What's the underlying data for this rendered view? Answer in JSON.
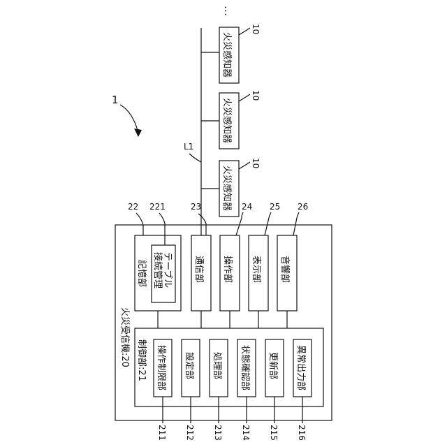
{
  "system_ref": "1",
  "receiver": {
    "label": "火災受信機:20"
  },
  "bus": {
    "label": "L1"
  },
  "storage": {
    "label": "記憶部",
    "ref": "22",
    "table_label": "接続管理",
    "table_label2": "テーブル",
    "table_ref": "221"
  },
  "comm": {
    "label": "通信部",
    "ref": "23"
  },
  "operation": {
    "label": "操作部",
    "ref": "24"
  },
  "display": {
    "label": "表示部",
    "ref": "25"
  },
  "sound": {
    "label": "音響部",
    "ref": "26"
  },
  "control": {
    "label": "制御部:21",
    "units": [
      {
        "label": "操作制限部",
        "ref": "211"
      },
      {
        "label": "設定部",
        "ref": "212"
      },
      {
        "label": "処理部",
        "ref": "213"
      },
      {
        "label": "状態確認部",
        "ref": "214"
      },
      {
        "label": "更新部",
        "ref": "215"
      },
      {
        "label": "異常出力部",
        "ref": "216"
      }
    ]
  },
  "detectors": [
    {
      "label": "火災感知器",
      "ref": "10"
    },
    {
      "label": "火災感知器",
      "ref": "10"
    },
    {
      "label": "火災感知器",
      "ref": "10"
    }
  ],
  "more": "…"
}
